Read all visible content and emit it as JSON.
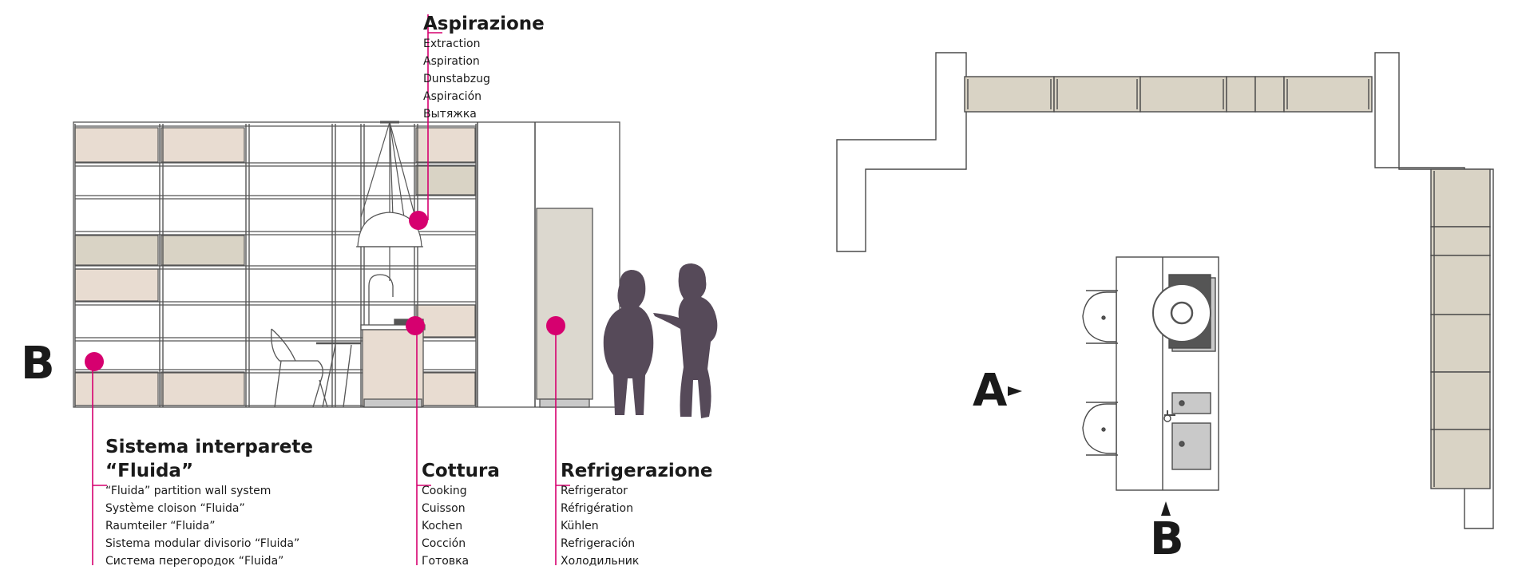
{
  "colors": {
    "accent": "#d6006f",
    "wood": "#e8dcd1",
    "panel": "#d9d3c5",
    "line": "#4a4a4a",
    "silhouette": "#564a59"
  },
  "elevation": {
    "view_label": "B",
    "callouts": {
      "aspirazione": {
        "title": "Aspirazione",
        "translations": [
          "Extraction",
          "Aspiration",
          "Dunstabzug",
          "Aspiración",
          "Вытяжка"
        ]
      },
      "sistema": {
        "title_line1": "Sistema interparete",
        "title_line2": "“Fluida”",
        "translations": [
          "“Fluida” partition wall system",
          "Système cloison “Fluida”",
          "Raumteiler “Fluida”",
          "Sistema modular divisorio “Fluida”",
          "Система перегородок “Fluida”"
        ]
      },
      "cottura": {
        "title": "Cottura",
        "translations": [
          "Cooking",
          "Cuisson",
          "Kochen",
          "Cocción",
          "Готовка"
        ]
      },
      "refrigerazione": {
        "title": "Refrigerazione",
        "translations": [
          "Refrigerator",
          "Réfrigération",
          "Kühlen",
          "Refrigeración",
          "Холодильник"
        ]
      }
    }
  },
  "plan": {
    "view_a_label": "A",
    "view_b_label": "B"
  }
}
